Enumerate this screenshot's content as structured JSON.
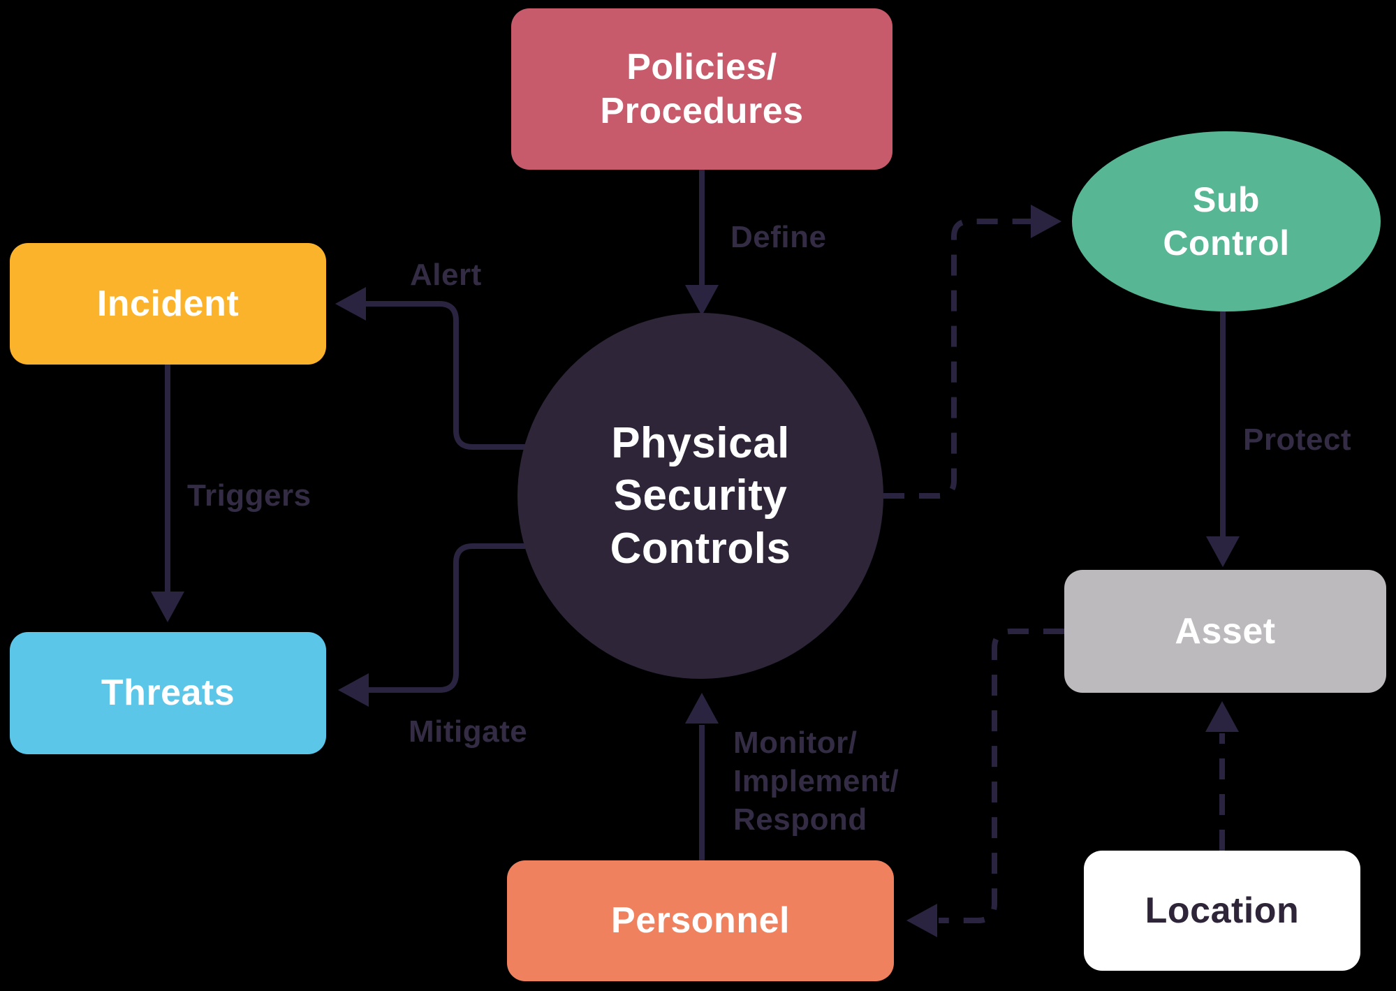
{
  "title": "Physical Security Controls diagram",
  "colors": {
    "background": "#000000",
    "connector": "#2b2440",
    "edge_label": "#332c44",
    "node_text": "#ffffff",
    "center_fill": "#2e2539",
    "policies_fill": "#c75b6c",
    "incident_fill": "#fbb32c",
    "threats_fill": "#5bc6e8",
    "personnel_fill": "#f0815f",
    "sub_control_fill": "#57b795",
    "asset_fill": "#bdbabd",
    "location_fill": "#ffffff",
    "location_text": "#2e2539"
  },
  "nodes": {
    "center": {
      "label": "Physical\nSecurity\nControls",
      "shape": "circle"
    },
    "policies": {
      "label": "Policies/\nProcedures",
      "shape": "rounded-rectangle"
    },
    "incident": {
      "label": "Incident",
      "shape": "rounded-rectangle"
    },
    "threats": {
      "label": "Threats",
      "shape": "rounded-rectangle"
    },
    "personnel": {
      "label": "Personnel",
      "shape": "rounded-rectangle"
    },
    "sub_control": {
      "label": "Sub\nControl",
      "shape": "ellipse"
    },
    "asset": {
      "label": "Asset",
      "shape": "rounded-rectangle"
    },
    "location": {
      "label": "Location",
      "shape": "rounded-rectangle"
    }
  },
  "edges": {
    "define": {
      "from": "policies",
      "to": "center",
      "label": "Define",
      "style": "solid"
    },
    "alert": {
      "from": "center",
      "to": "incident",
      "label": "Alert",
      "style": "solid"
    },
    "triggers": {
      "from": "incident",
      "to": "threats",
      "label": "Triggers",
      "style": "solid"
    },
    "mitigate": {
      "from": "center",
      "to": "threats",
      "label": "Mitigate",
      "style": "solid"
    },
    "monitor": {
      "from": "personnel",
      "to": "center",
      "label": "Monitor/\nImplement/\nRespond",
      "style": "solid"
    },
    "protect": {
      "from": "sub_control",
      "to": "asset",
      "label": "Protect",
      "style": "solid"
    },
    "sub_control_link": {
      "from": "center",
      "to": "sub_control",
      "label": "",
      "style": "dashed"
    },
    "location_link": {
      "from": "location",
      "to": "asset",
      "label": "",
      "style": "dashed"
    },
    "personnel_link": {
      "from": "asset",
      "to": "personnel",
      "label": "",
      "style": "dashed"
    }
  }
}
